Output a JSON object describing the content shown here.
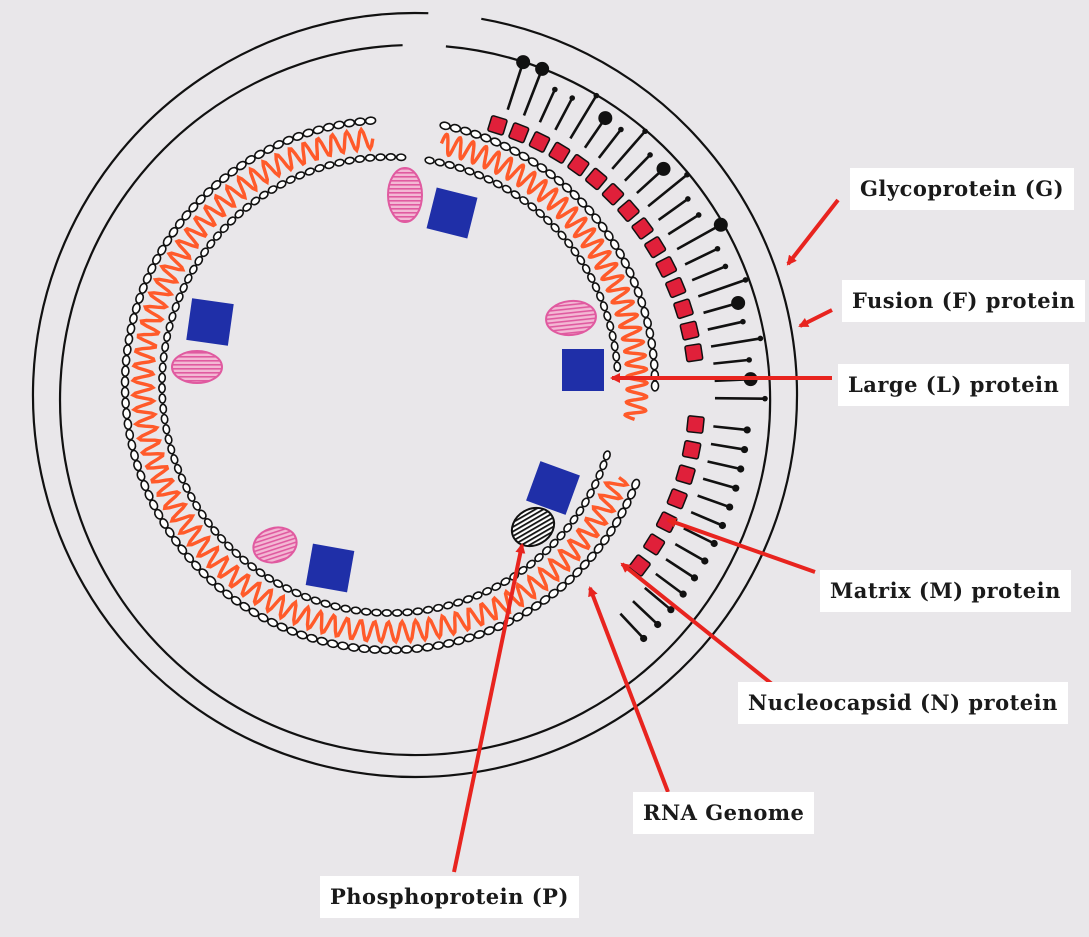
{
  "colors": {
    "background": "#e9e7ea",
    "outline": "#111111",
    "rna": "#ff5a2a",
    "arrow": "#e8241f",
    "matrix": "#e0203a",
    "large_protein": "#1f2fa8",
    "phosphoprotein": "#e05aa0",
    "label_bg": "#ffffff"
  },
  "labels": {
    "glycoprotein": "Glycoprotein (G)",
    "fusion": "Fusion (F) protein",
    "large": "Large (L) protein",
    "matrix": "Matrix (M) protein",
    "nucleocapsid": "Nucleocapsid (N) protein",
    "rna_genome": "RNA Genome",
    "phosphoprotein": "Phosphoprotein (P)"
  },
  "icons": {
    "large_protein": "blue-square-icon",
    "phosphoprotein": "striped-oval-icon",
    "glycoprotein": "lollipop-spike-icon",
    "fusion_protein": "club-spike-icon",
    "matrix_protein": "red-square-icon"
  }
}
